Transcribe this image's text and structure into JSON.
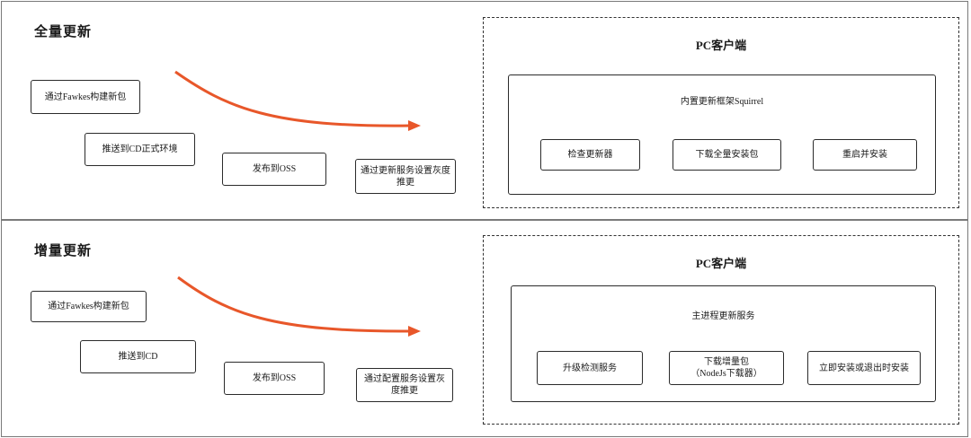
{
  "full_update": {
    "title": "全量更新",
    "steps": [
      "通过Fawkes构建新包",
      "推送到CD正式环境",
      "发布到OSS",
      "通过更新服务设置灰度推更"
    ],
    "client": {
      "title": "PC客户端",
      "framework": "内置更新框架Squirrel",
      "components": [
        "检查更新器",
        "下载全量安装包",
        "重启并安装"
      ]
    }
  },
  "incremental_update": {
    "title": "增量更新",
    "steps": [
      "通过Fawkes构建新包",
      "推送到CD",
      "发布到OSS",
      "通过配置服务设置灰度推更"
    ],
    "client": {
      "title": "PC客户端",
      "framework": "主进程更新服务",
      "components": [
        "升级检测服务",
        "下载增量包\n（NodeJs下载器）",
        "立即安装或退出时安装"
      ]
    }
  },
  "colors": {
    "arrow": "#e8572a",
    "border": "#2b2b2b"
  }
}
